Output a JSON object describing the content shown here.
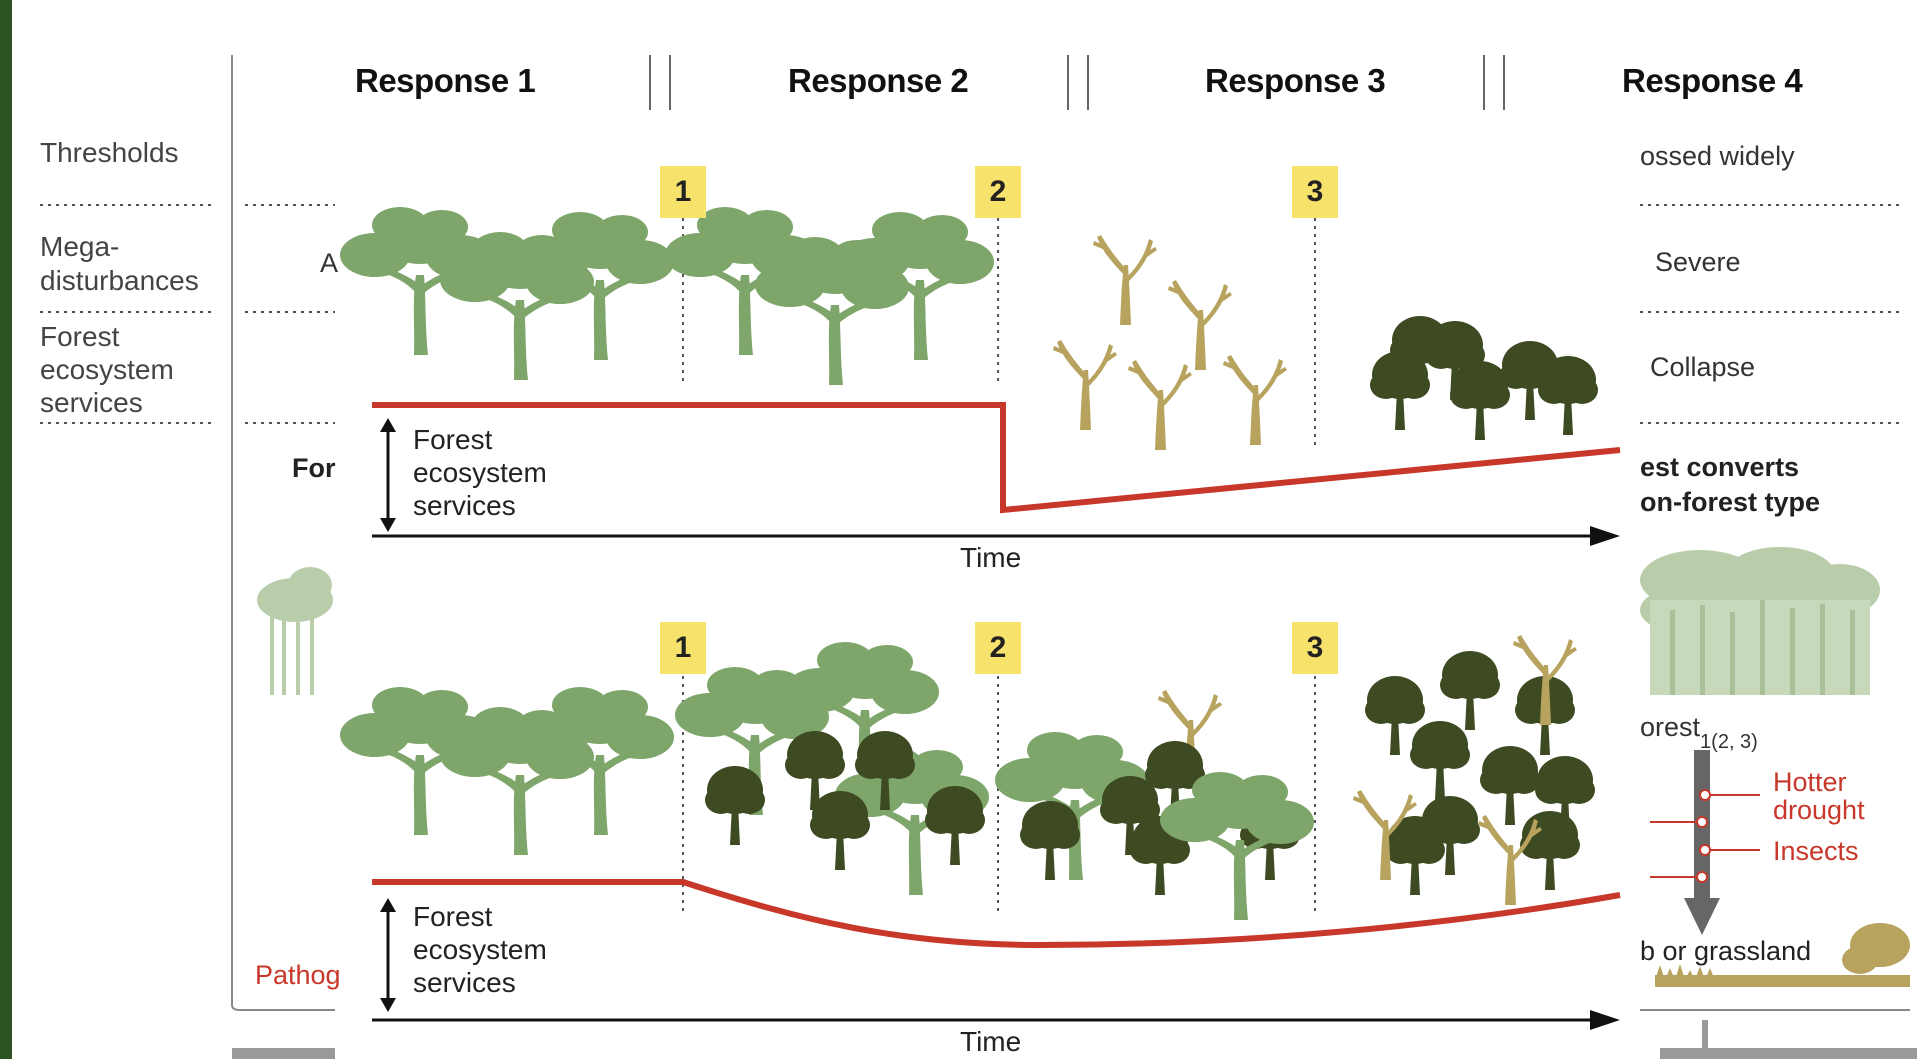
{
  "headers": [
    "Response 1",
    "Response 2",
    "Response 3",
    "Response 4"
  ],
  "row_labels": {
    "thresholds": "Thresholds",
    "mega_1": "Mega-",
    "mega_2": "disturbances",
    "fes_1": "Forest",
    "fes_2": "ecosystem",
    "fes_3": "services"
  },
  "background_fragments": {
    "mega_left": "A",
    "forest_left": "For",
    "pathog": "Pathog"
  },
  "right_column": {
    "thresholds": "ossed widely",
    "mega": "Severe",
    "services": "Collapse",
    "converts_1": "est converts",
    "converts_2": "on-forest type",
    "forest_label": "orest",
    "forest_sub": "1(2, 3)",
    "hotter_1": "Hotter",
    "hotter_2": "drought",
    "insects": "Insects",
    "grassland": "b or grassland"
  },
  "panels": {
    "top": {
      "badges": [
        "1",
        "2",
        "3"
      ],
      "axis_label_1": "Forest",
      "axis_label_2": "ecosystem",
      "axis_label_3": "services",
      "time": "Time"
    },
    "bottom": {
      "badges": [
        "1",
        "2",
        "3"
      ],
      "axis_label_1": "Forest",
      "axis_label_2": "ecosystem",
      "axis_label_3": "services",
      "time": "Time"
    }
  },
  "colors": {
    "background": "#2e5323",
    "healthy_tree": "#7ea56a",
    "dark_tree": "#3d4a22",
    "dead_tree": "#b8a35e",
    "service_line": "#c8382a",
    "badge": "#f7e36b"
  },
  "icons": [
    "healthy-tree-icon",
    "dead-tree-icon",
    "dark-tree-icon",
    "arrow-icon"
  ]
}
